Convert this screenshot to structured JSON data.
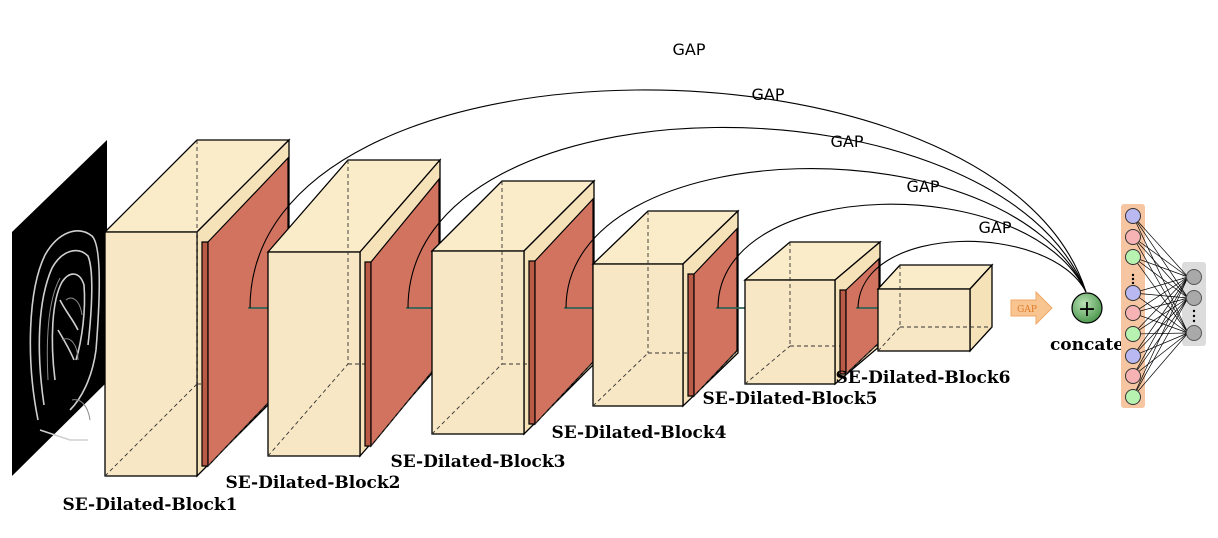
{
  "blocks": [
    {
      "label": "SE-Dilated-Block1"
    },
    {
      "label": "SE-Dilated-Block2"
    },
    {
      "label": "SE-Dilated-Block3"
    },
    {
      "label": "SE-Dilated-Block4"
    },
    {
      "label": "SE-Dilated-Block5"
    },
    {
      "label": "SE-Dilated-Block6"
    }
  ],
  "gap_labels": [
    "GAP",
    "GAP",
    "GAP",
    "GAP",
    "GAP"
  ],
  "gap_box_label": "GAP",
  "concat": {
    "symbol": "+",
    "label": "concate"
  },
  "colors": {
    "block_fill": "#f8e7c4",
    "feature_map": "#d2735f",
    "concat_node": "#6fae6c",
    "neuron_blue": "#b9b8f0",
    "neuron_red": "#f7b3b3",
    "neuron_green": "#b7f2b0",
    "neuron_gray": "#a9a9a9",
    "gap_box": "#f8c48f"
  },
  "fc_layer": {
    "input_neurons": [
      "blue",
      "red",
      "green",
      "blue",
      "red",
      "green",
      "blue",
      "red",
      "green"
    ],
    "output_neurons": 3
  },
  "input_image": {
    "description_icon": "mri-scan-image"
  }
}
